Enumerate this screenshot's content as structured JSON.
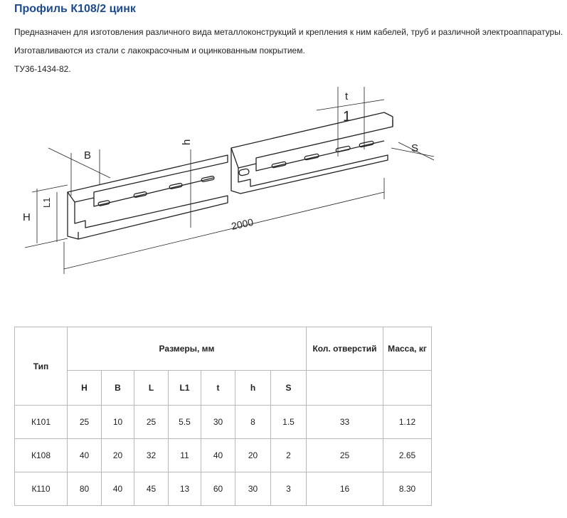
{
  "page": {
    "title": "Профиль К108/2 цинк",
    "desc1": "Предназначен для изготовления различного вида металлоконструкций и крепления к ним кабелей, труб и различной электроаппаратуры.",
    "desc2": "Изготавливаются из стали с лакокрасочным и оцинкованным покрытием.",
    "desc3": "ТУ36-1434-82."
  },
  "drawing": {
    "label_B": "B",
    "label_t": "t",
    "label_S": "S",
    "label_h": "h",
    "label_H": "H",
    "label_L1": "L1",
    "label_l": "1",
    "label_length": "2000"
  },
  "table": {
    "col_type": "Тип",
    "col_sizes": "Размеры, мм",
    "col_holes": "Кол. отверстий",
    "col_mass": "Масса, кг",
    "sub_headers": [
      "H",
      "B",
      "L",
      "L1",
      "t",
      "h",
      "S"
    ],
    "rows": [
      [
        "К101",
        "25",
        "10",
        "25",
        "5.5",
        "30",
        "8",
        "1.5",
        "33",
        "1.12"
      ],
      [
        "К108",
        "40",
        "20",
        "32",
        "11",
        "40",
        "20",
        "2",
        "25",
        "2.65"
      ],
      [
        "К110",
        "80",
        "40",
        "45",
        "13",
        "60",
        "30",
        "3",
        "16",
        "8.30"
      ]
    ]
  }
}
